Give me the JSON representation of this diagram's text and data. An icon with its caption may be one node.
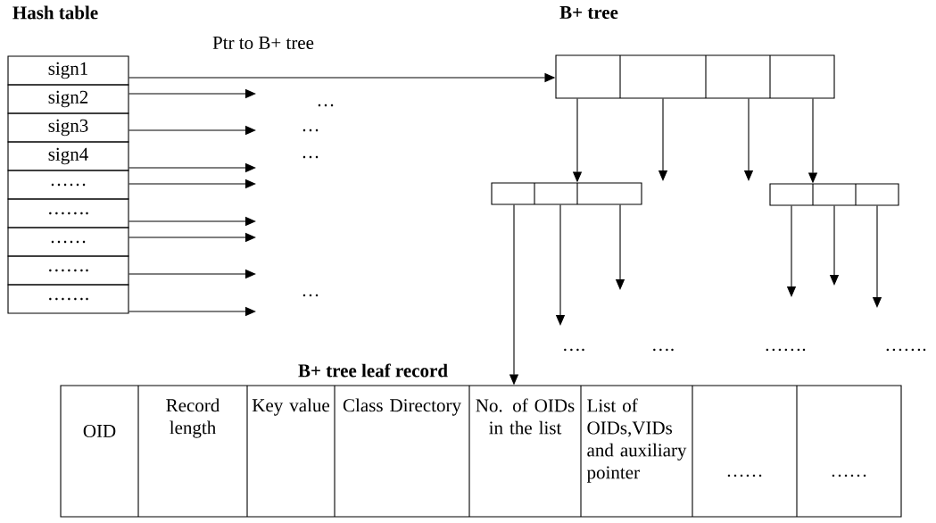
{
  "diagram": {
    "nodes": [
      {
        "text": [
          "sign1"
        ]
      },
      {
        "text": [
          "sign2"
        ]
      },
      {
        "text": [
          "sign3"
        ]
      },
      {
        "text": [
          "sign4"
        ]
      },
      {
        "text": [
          "……"
        ]
      },
      {
        "text": [
          "……."
        ]
      },
      {
        "text": [
          "……"
        ]
      },
      {
        "text": [
          "……."
        ]
      },
      {
        "text": [
          "……."
        ]
      },
      {
        "text": [],
        "shape": "box"
      },
      {
        "text": [],
        "shape": "box"
      },
      {
        "text": [],
        "shape": "box"
      },
      {
        "text": [
          "B+ tree leaf record",
          "OID",
          "Record length",
          "Key value",
          "Class Directory",
          "No. of OIDs in the list",
          "List of OIDs,VIDs and auxiliary pointer",
          "……",
          "……"
        ]
      }
    ],
    "edges": [
      {
        "from": 0,
        "to": 9,
        "arrow": "to"
      },
      {
        "from": 1,
        "to": null,
        "arrow": "to"
      },
      {
        "from": 2,
        "to": null,
        "arrow": "to"
      },
      {
        "from": 3,
        "to": null,
        "arrow": "to"
      },
      {
        "from": 4,
        "to": null,
        "arrow": "to"
      },
      {
        "from": 5,
        "to": null,
        "arrow": "to"
      },
      {
        "from": 6,
        "to": null,
        "arrow": "to"
      },
      {
        "from": 7,
        "to": null,
        "arrow": "to"
      },
      {
        "from": 8,
        "to": null,
        "arrow": "to"
      },
      {
        "from": 9,
        "to": 10,
        "arrow": "to"
      },
      {
        "from": 9,
        "to": null,
        "arrow": "to"
      },
      {
        "from": 9,
        "to": null,
        "arrow": "to"
      },
      {
        "from": 9,
        "to": 11,
        "arrow": "to"
      },
      {
        "from": 10,
        "to": 12,
        "arrow": "to"
      },
      {
        "from": 10,
        "to": null,
        "arrow": "to"
      },
      {
        "from": 10,
        "to": null,
        "arrow": "to"
      },
      {
        "from": 11,
        "to": null,
        "arrow": "to"
      },
      {
        "from": 11,
        "to": null,
        "arrow": "to"
      },
      {
        "from": 11,
        "to": null,
        "arrow": "to"
      }
    ],
    "labels": [
      "Hash table",
      "B+ tree",
      "Ptr to B+ tree",
      "…",
      "…",
      "…",
      "…",
      "….",
      "….",
      "…….",
      "……."
    ]
  }
}
